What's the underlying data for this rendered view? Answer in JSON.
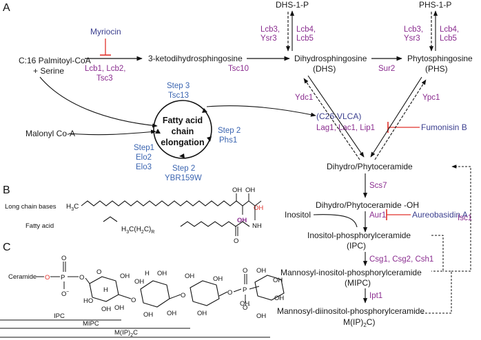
{
  "panels": {
    "a": "A",
    "b": "B",
    "c": "C"
  },
  "pathway": {
    "palmitoyl": "C:16 Palmitoyl-CoA",
    "serine": "+ Serine",
    "myriocin": "Myriocin",
    "spt_genes_1": "Lcb1, Lcb2,",
    "spt_genes_2": "Tsc3",
    "ketodihydro": "3-ketodihydrosphingosine",
    "tsc10": "Tsc10",
    "dhs_1": "Dihydrosphingosine",
    "dhs_2": "(DHS)",
    "sur2": "Sur2",
    "phs_1": "Phytosphingosine",
    "phs_2": "(PHS)",
    "dhs1p": "DHS-1-P",
    "phs1p": "PHS-1-P",
    "lcb3_dhs": "Lcb3,",
    "ysr3_dhs": "Ysr3",
    "lcb4_dhs": "Lcb4,",
    "lcb5_dhs": "Lcb5",
    "lcb3_phs": "Lcb3,",
    "ysr3_phs": "Ysr3",
    "lcb4_phs": "Lcb4,",
    "lcb5_phs": "Lcb5",
    "ydc1": "Ydc1",
    "ypc1": "Ypc1",
    "vlca": "(C26-VLCA)",
    "lag": "Lag1, Lac1, Lip1",
    "fumonisin": "Fumonisin B",
    "malonyl": "Malonyl Co-A",
    "elong_1": "Fatty acid",
    "elong_2": "chain",
    "elong_3": "elongation",
    "step3": "Step 3",
    "tsc13": "Tsc13",
    "step2a": "Step 2",
    "phs1": "Phs1",
    "step1": "Step1",
    "elo2": "Elo2",
    "elo3": "Elo3",
    "step2b": "Step 2",
    "ybr": "YBR159W",
    "dihydrocer": "Dihydro/Phytoceramide",
    "scs7": "Scs7",
    "dihydrocer_oh": "Dihydro/Phytoceramide -OH",
    "inositol": "Inositol",
    "aur1": "Aur1",
    "aureo": "Aureobasidin A",
    "ipc_1": "Inositol-phosphorylceramide",
    "ipc_2": "(IPC)",
    "csg": "Csg1, Csg2, Csh1",
    "isc1": "Isc1",
    "mipc_1": "Mannosyl-inositol-phosphorylceramide",
    "mipc_2": "(MIPC)",
    "ipt1": "Ipt1",
    "mipc2_1": "Mannosyl-diinositol-phosphorylceramide",
    "mipc2_2": "M(IP)",
    "mipc2_sub": "2",
    "mipc2_3": "C)"
  },
  "structure_b": {
    "lcb_label": "Long chain bases",
    "fa_label": "Fatty acid",
    "h3c": "H",
    "h3c_sub": "3",
    "h3c_c": "C",
    "oh1": "OH",
    "oh2": "OH",
    "oh_red": "OH",
    "oh_purple": "OH",
    "nh": "NH",
    "o": "O",
    "chain_h": "H",
    "chain_sub3": "3",
    "chain_c": "C(H",
    "chain_sub2": "2",
    "chain_c2": "C)",
    "chain_r": "R"
  },
  "structure_c": {
    "ceramide": "Ceramide",
    "o_red": "O",
    "p1": "P",
    "p2": "P",
    "o_minus1": "O",
    "o_minus2": "O",
    "minus": "−",
    "o": "O",
    "oh": "OH",
    "ho": "HO",
    "h": "H",
    "ipc": "IPC",
    "mipc": "MIPC",
    "mip2c": "M(IP)",
    "mip2c_sub": "2",
    "mip2c_c": "C"
  },
  "colors": {
    "enzyme": "#8a2c8f",
    "inhibitor": "#3b3f8f",
    "step_label": "#3a64b0",
    "inhibition_bar": "#e0302a"
  }
}
